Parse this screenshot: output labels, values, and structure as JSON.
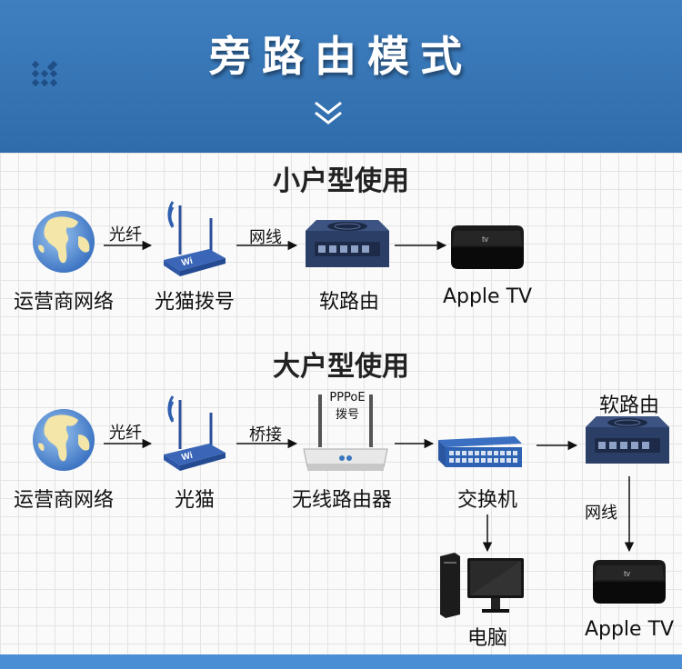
{
  "header": {
    "title": "旁路由模式"
  },
  "colors": {
    "header_blue": "#3a78b8",
    "footer_blue": "#4a8fd6",
    "arrow": "#111111"
  },
  "small": {
    "title": "小户型使用",
    "nodes": [
      "运营商网络",
      "光猫拨号",
      "软路由",
      "Apple TV"
    ],
    "edges": [
      "光纤",
      "网线"
    ]
  },
  "large": {
    "title": "大户型使用",
    "nodes": [
      "运营商网络",
      "光猫",
      "无线路由器",
      "交换机",
      "软路由",
      "电脑",
      "Apple TV"
    ],
    "edges": [
      "光纤",
      "桥接",
      "网线"
    ],
    "pppoe": [
      "PPPoE",
      "拨号"
    ]
  },
  "icons": [
    "globe-icon",
    "wifi-modem-icon",
    "soft-router-icon",
    "apple-tv-icon",
    "wireless-router-icon",
    "network-switch-icon",
    "computer-icon",
    "chevron-down-icon"
  ]
}
